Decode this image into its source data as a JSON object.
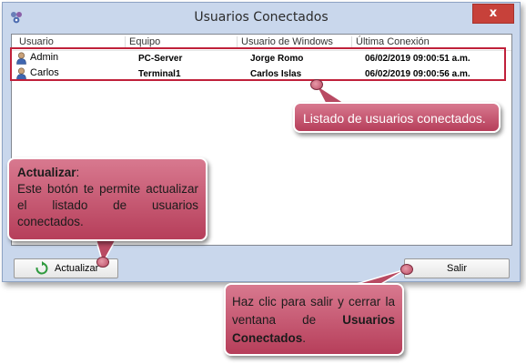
{
  "window": {
    "title": "Usuarios Conectados",
    "close_symbol": "x"
  },
  "list": {
    "columns": [
      "Usuario",
      "Equipo",
      "Usuario de Windows",
      "Última Conexión"
    ],
    "rows": [
      {
        "user": "Admin",
        "equipo": "PC-Server",
        "windows_user": "Jorge Romo",
        "last_connection": "06/02/2019 09:00:51 a.m."
      },
      {
        "user": "Carlos",
        "equipo": "Terminal1",
        "windows_user": "Carlos Islas",
        "last_connection": "06/02/2019 09:00:56 a.m."
      }
    ]
  },
  "buttons": {
    "refresh_label": "Actualizar",
    "exit_label": "Salir"
  },
  "callouts": {
    "list_text": "Listado de usuarios conectados.",
    "refresh_title": "Actualizar",
    "refresh_colon": ":",
    "refresh_body": "Este botón te permite actualizar el listado de usuarios conectados.",
    "exit_text_a": "Haz clic para salir y cerrar la ventana de ",
    "exit_text_bold": "Usuarios Conectados",
    "exit_text_b": "."
  },
  "colors": {
    "window_bg": "#c9d7ec",
    "close_button": "#c7413a",
    "highlight_border": "#c0203a",
    "callout_fill": "#c25a73"
  },
  "icons": {
    "app": "connected-users-app-icon",
    "user": "user-icon",
    "refresh": "refresh-icon"
  }
}
